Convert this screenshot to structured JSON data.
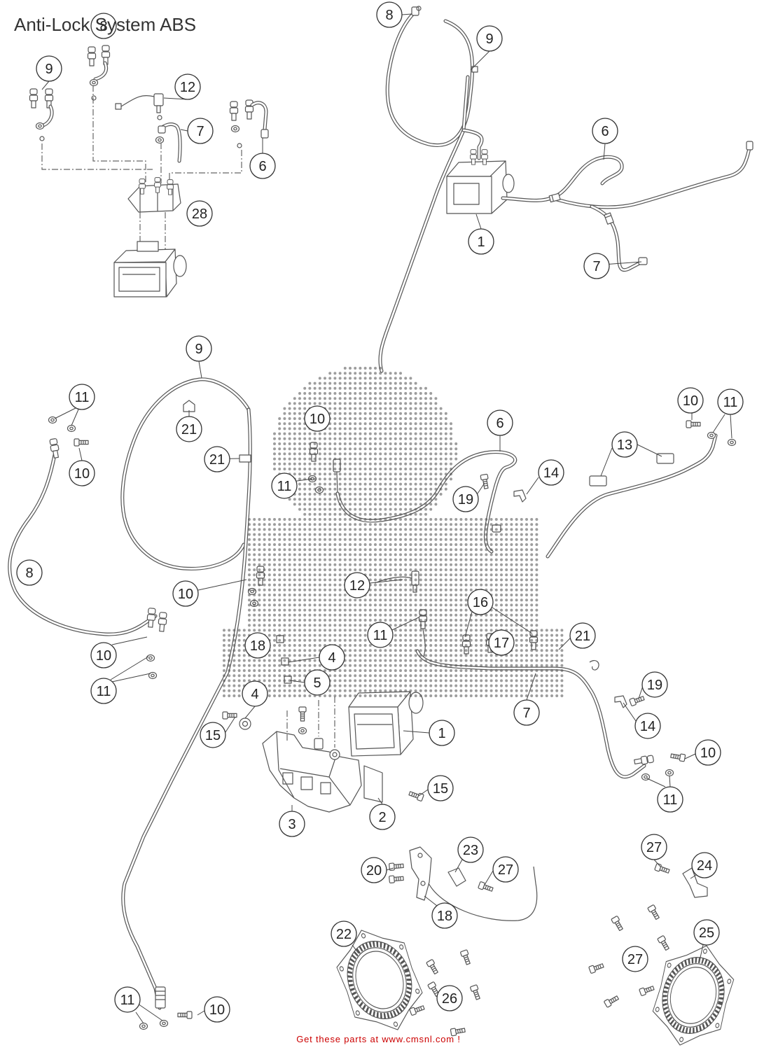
{
  "title": "Anti-Lock System ABS",
  "footer": "Get these parts at www.cmsnl.com !",
  "callouts": [
    "8",
    "9",
    "12",
    "7",
    "6",
    "28",
    "8",
    "9",
    "6",
    "1",
    "7",
    "9",
    "11",
    "21",
    "21",
    "10",
    "10",
    "11",
    "8",
    "10",
    "10",
    "11",
    "6",
    "13",
    "14",
    "19",
    "10",
    "11",
    "12",
    "16",
    "11",
    "17",
    "18",
    "4",
    "21",
    "5",
    "4",
    "7",
    "19",
    "14",
    "1",
    "15",
    "15",
    "10",
    "11",
    "2",
    "3",
    "23",
    "27",
    "24",
    "20",
    "27",
    "18",
    "22",
    "25",
    "27",
    "26",
    "11",
    "10"
  ],
  "colors": {
    "line": "#555555",
    "footer": "#cc0000",
    "watermark": "#4d4d4d"
  }
}
